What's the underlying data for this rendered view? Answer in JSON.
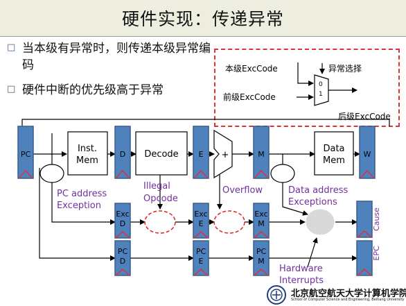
{
  "title": "硬件实现：传递异常",
  "bullets": [
    "当本级有异常时，则传递本级异常编码",
    "硬件中断的优先级高于异常"
  ],
  "mux": {
    "in_top": "本级ExcCode",
    "in_bottom": "前级ExcCode",
    "select": "异常选择",
    "out": "后级ExcCode",
    "port0": "0",
    "port1": "1"
  },
  "pipeline": {
    "reg_pc": "PC",
    "reg_d": "D",
    "reg_e": "E",
    "reg_m": "M",
    "reg_w": "W",
    "inst_mem": [
      "Inst.",
      "Mem"
    ],
    "decode": "Decode",
    "data_mem": [
      "Data",
      "Mem"
    ],
    "alu_op": "+",
    "exc_d": [
      "Exc",
      "D"
    ],
    "exc_e": [
      "Exc",
      "E"
    ],
    "exc_m": [
      "Exc",
      "M"
    ],
    "pc_d": [
      "PC",
      "D"
    ],
    "pc_e": [
      "PC",
      "E"
    ],
    "pc_m": [
      "PC",
      "M"
    ],
    "cause": "Cause",
    "epc": "EPC",
    "label_pc_exc": [
      "PC address",
      "Exception"
    ],
    "label_illegal": [
      "Illegal",
      "Opcode"
    ],
    "label_overflow": "Overflow",
    "label_data_exc": [
      "Data address",
      "Exceptions"
    ],
    "label_hw_int": [
      "Hardware",
      "Interrupts"
    ]
  },
  "logo": {
    "cn": "北京航空航天大学计算机学院",
    "en": "School of Computer Science and Engineering, Beihang University"
  },
  "colors": {
    "register_fill": "#4f81bd",
    "register_stroke": "#385d8a",
    "annotation_text": "#7030a0",
    "dashed_accent": "#dd2222",
    "title_bg": "#eeeee0"
  }
}
